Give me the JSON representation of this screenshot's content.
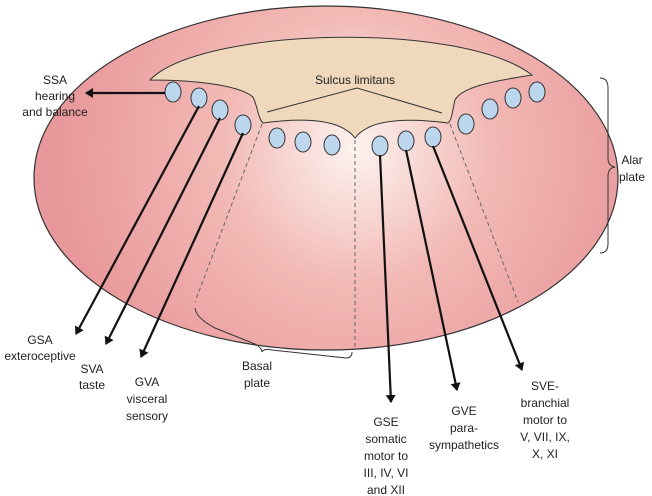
{
  "colors": {
    "outer": "#e8979a",
    "inner": "#fdf2ee",
    "alar_cap": "#f0d8bd",
    "nucleus": "#bcd6ee"
  },
  "labels": {
    "sulcus": "Sulcus limitans",
    "ssa": [
      "SSA",
      "hearing",
      "and balance"
    ],
    "gsa": [
      "GSA",
      "exteroceptive"
    ],
    "sva": [
      "SVA",
      "taste"
    ],
    "gva": [
      "GVA",
      "visceral",
      "sensory"
    ],
    "basal": [
      "Basal",
      "plate"
    ],
    "gse": [
      "GSE",
      "somatic",
      "motor to",
      "III, IV, VI",
      "and XII"
    ],
    "gve": [
      "GVE",
      "para-",
      "sympathetics"
    ],
    "sve": [
      "SVE-",
      "branchial",
      "motor to",
      "V, VII, IX,",
      "X, XI"
    ],
    "alar": [
      "Alar",
      "plate"
    ]
  }
}
